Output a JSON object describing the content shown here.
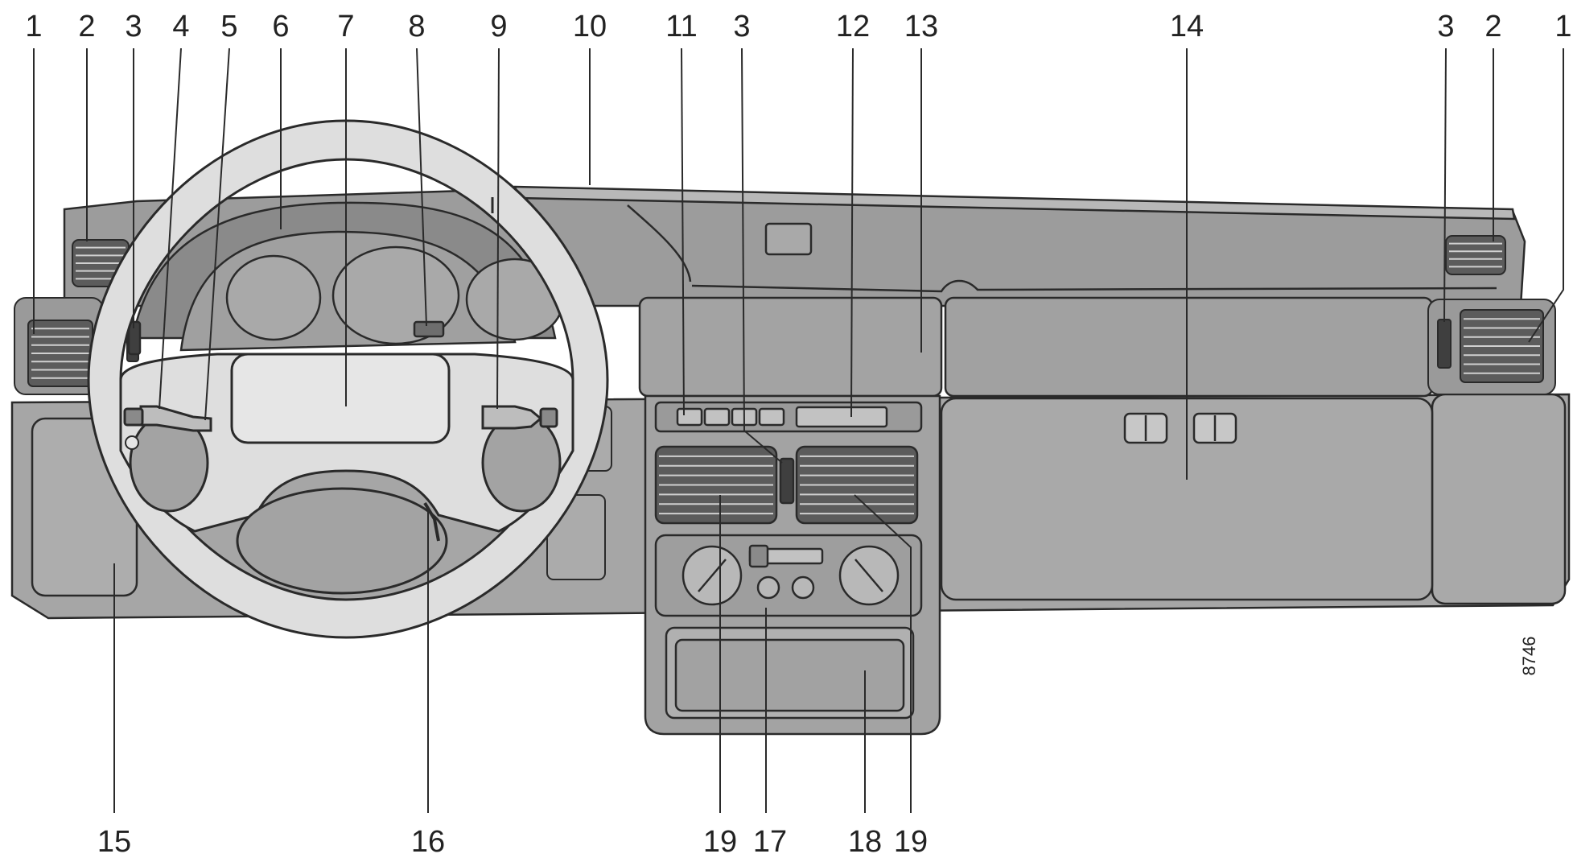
{
  "figure_ref": "8746",
  "callouts": {
    "top": [
      {
        "id": "c1-left",
        "text": "1"
      },
      {
        "id": "c2-left",
        "text": "2"
      },
      {
        "id": "c3-left",
        "text": "3"
      },
      {
        "id": "c4",
        "text": "4"
      },
      {
        "id": "c5",
        "text": "5"
      },
      {
        "id": "c6",
        "text": "6"
      },
      {
        "id": "c7",
        "text": "7"
      },
      {
        "id": "c8",
        "text": "8"
      },
      {
        "id": "c9",
        "text": "9"
      },
      {
        "id": "c10",
        "text": "10"
      },
      {
        "id": "c11",
        "text": "11"
      },
      {
        "id": "c3-center",
        "text": "3"
      },
      {
        "id": "c12",
        "text": "12"
      },
      {
        "id": "c13",
        "text": "13"
      },
      {
        "id": "c14",
        "text": "14"
      },
      {
        "id": "c3-right",
        "text": "3"
      },
      {
        "id": "c2-right",
        "text": "2"
      },
      {
        "id": "c1-right",
        "text": "1"
      }
    ],
    "bottom": [
      {
        "id": "c15",
        "text": "15"
      },
      {
        "id": "c16",
        "text": "16"
      },
      {
        "id": "c19-left",
        "text": "19"
      },
      {
        "id": "c17",
        "text": "17"
      },
      {
        "id": "c18",
        "text": "18"
      },
      {
        "id": "c19-right",
        "text": "19"
      }
    ]
  },
  "colors": {
    "panel": "#a9a9a9",
    "panel_dark": "#8e8e8e",
    "panel_light": "#c4c4c4",
    "wheel": "#e0e0e0",
    "outline": "#2a2a2a",
    "vent_slat": "#3a3a3a"
  }
}
